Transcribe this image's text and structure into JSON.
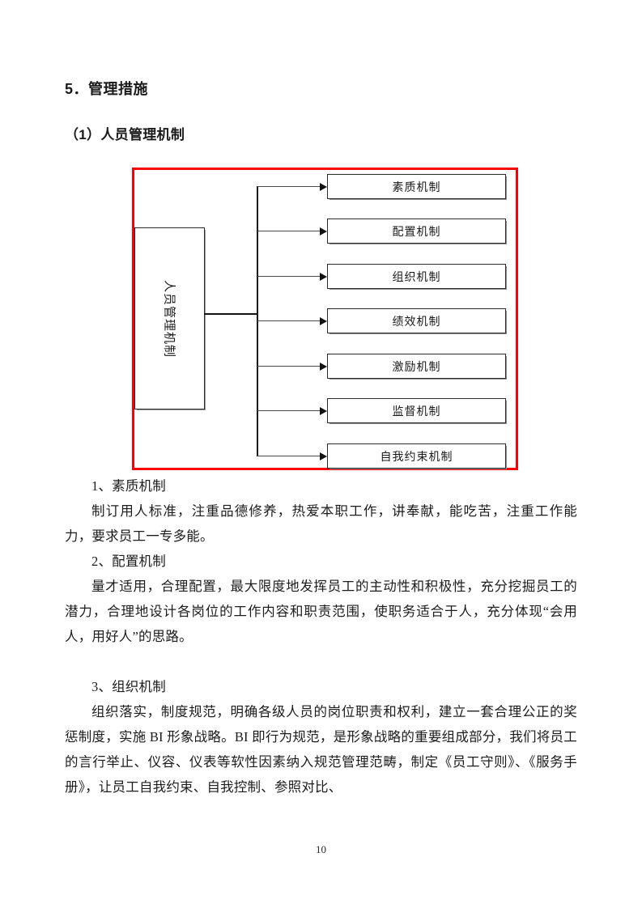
{
  "document": {
    "section_heading": "5．管理措施",
    "sub_heading": "（1）人员管理机制",
    "page_number": "10"
  },
  "figure": {
    "border_color": "#fb0007",
    "root": {
      "label": "人员管理机制",
      "orientation": "vertical"
    },
    "leaves": [
      {
        "label": "素质机制"
      },
      {
        "label": "配置机制"
      },
      {
        "label": "组织机制"
      },
      {
        "label": "绩效机制"
      },
      {
        "label": "激励机制"
      },
      {
        "label": "监督机制"
      },
      {
        "label": "自我约束机制"
      }
    ]
  },
  "body": [
    {
      "id": "item-1-title",
      "text": "1、素质机制",
      "indent": true
    },
    {
      "id": "item-1-body",
      "text": "制订用人标准，注重品德修养，热爱本职工作，讲奉献，能吃苦，注重工作能力，要求员工一专多能。",
      "indent": true
    },
    {
      "id": "item-2-title",
      "text": "2、配置机制",
      "indent": true
    },
    {
      "id": "item-2-body",
      "text": "量才适用，合理配置，最大限度地发挥员工的主动性和积极性，充分挖掘员工的潜力，合理地设计各岗位的工作内容和职责范围，使职务适合于人，充分体现“会用人，用好人”的思路。",
      "indent": true
    },
    {
      "id": "item-3-title",
      "text": "3、组织机制",
      "indent": true
    },
    {
      "id": "item-3-body",
      "text": "组织落实，制度规范，明确各级人员的岗位职责和权利，建立一套合理公正的奖惩制度，实施 BI 形象战略。BI 即行为规范，是形象战略的重要组成部分，我们将员工的言行举止、仪容、仪表等软性因素纳入规范管理范畴，制定《员工守则》、《服务手册》，让员工自我约束、自我控制、参照对比、",
      "indent": true
    }
  ]
}
